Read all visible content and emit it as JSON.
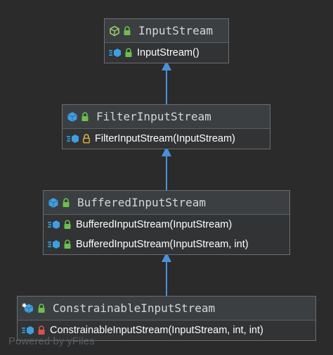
{
  "diagram": {
    "nodes": [
      {
        "id": "inputstream",
        "title": "InputStream",
        "class_icon": "abstract-class-icon",
        "visibility": "public",
        "members": [
          {
            "label": "InputStream()",
            "icon": "constructor-icon",
            "visibility": "public"
          }
        ]
      },
      {
        "id": "filterinputstream",
        "title": "FilterInputStream",
        "class_icon": "class-icon",
        "visibility": "public",
        "members": [
          {
            "label": "FilterInputStream(InputStream)",
            "icon": "constructor-icon",
            "visibility": "protected"
          }
        ]
      },
      {
        "id": "bufferedinputstream",
        "title": "BufferedInputStream",
        "class_icon": "class-icon",
        "visibility": "public",
        "members": [
          {
            "label": "BufferedInputStream(InputStream)",
            "icon": "constructor-icon",
            "visibility": "public"
          },
          {
            "label": "BufferedInputStream(InputStream, int)",
            "icon": "constructor-icon",
            "visibility": "public"
          }
        ]
      },
      {
        "id": "constrainableinputstream",
        "title": "ConstrainableInputStream",
        "class_icon": "static-class-icon",
        "visibility": "public",
        "members": [
          {
            "label": "ConstrainableInputStream(InputStream, int, int)",
            "icon": "constructor-icon",
            "visibility": "private"
          }
        ]
      }
    ],
    "edges": [
      {
        "from": "filterinputstream",
        "to": "inputstream",
        "type": "extends"
      },
      {
        "from": "bufferedinputstream",
        "to": "filterinputstream",
        "type": "extends"
      },
      {
        "from": "constrainableinputstream",
        "to": "bufferedinputstream",
        "type": "extends"
      }
    ],
    "watermark": "Powered by yFiles",
    "colors": {
      "background": "#2b2b2b",
      "edge": "#4a90d9",
      "class_icon_blue": "#3e9fe0",
      "abstract_icon_green": "#9acd6a",
      "lock_public": "#6cbf4f",
      "lock_protected": "#e0b33c",
      "lock_private": "#d9534f"
    }
  }
}
